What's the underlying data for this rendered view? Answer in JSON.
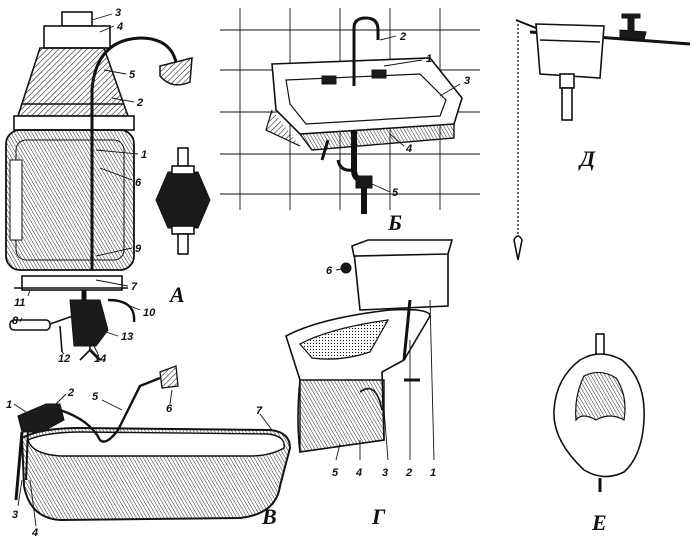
{
  "panels": [
    {
      "id": "A",
      "letter": "А",
      "callouts": [
        "1",
        "2",
        "3",
        "4",
        "5",
        "6",
        "7",
        "8",
        "9",
        "10",
        "11",
        "12",
        "13",
        "14"
      ]
    },
    {
      "id": "B",
      "letter": "Б",
      "callouts": [
        "1",
        "2",
        "3",
        "4",
        "5"
      ]
    },
    {
      "id": "V",
      "letter": "В",
      "callouts": [
        "1",
        "2",
        "3",
        "4",
        "5",
        "6",
        "7"
      ]
    },
    {
      "id": "G",
      "letter": "Г",
      "callouts": [
        "1",
        "2",
        "3",
        "4",
        "5",
        "6"
      ]
    },
    {
      "id": "D",
      "letter": "Д",
      "callouts": []
    },
    {
      "id": "E",
      "letter": "Е",
      "callouts": []
    }
  ],
  "colors": {
    "ink": "#111111",
    "paper": "#ffffff",
    "shade": "#1a1a1a"
  }
}
